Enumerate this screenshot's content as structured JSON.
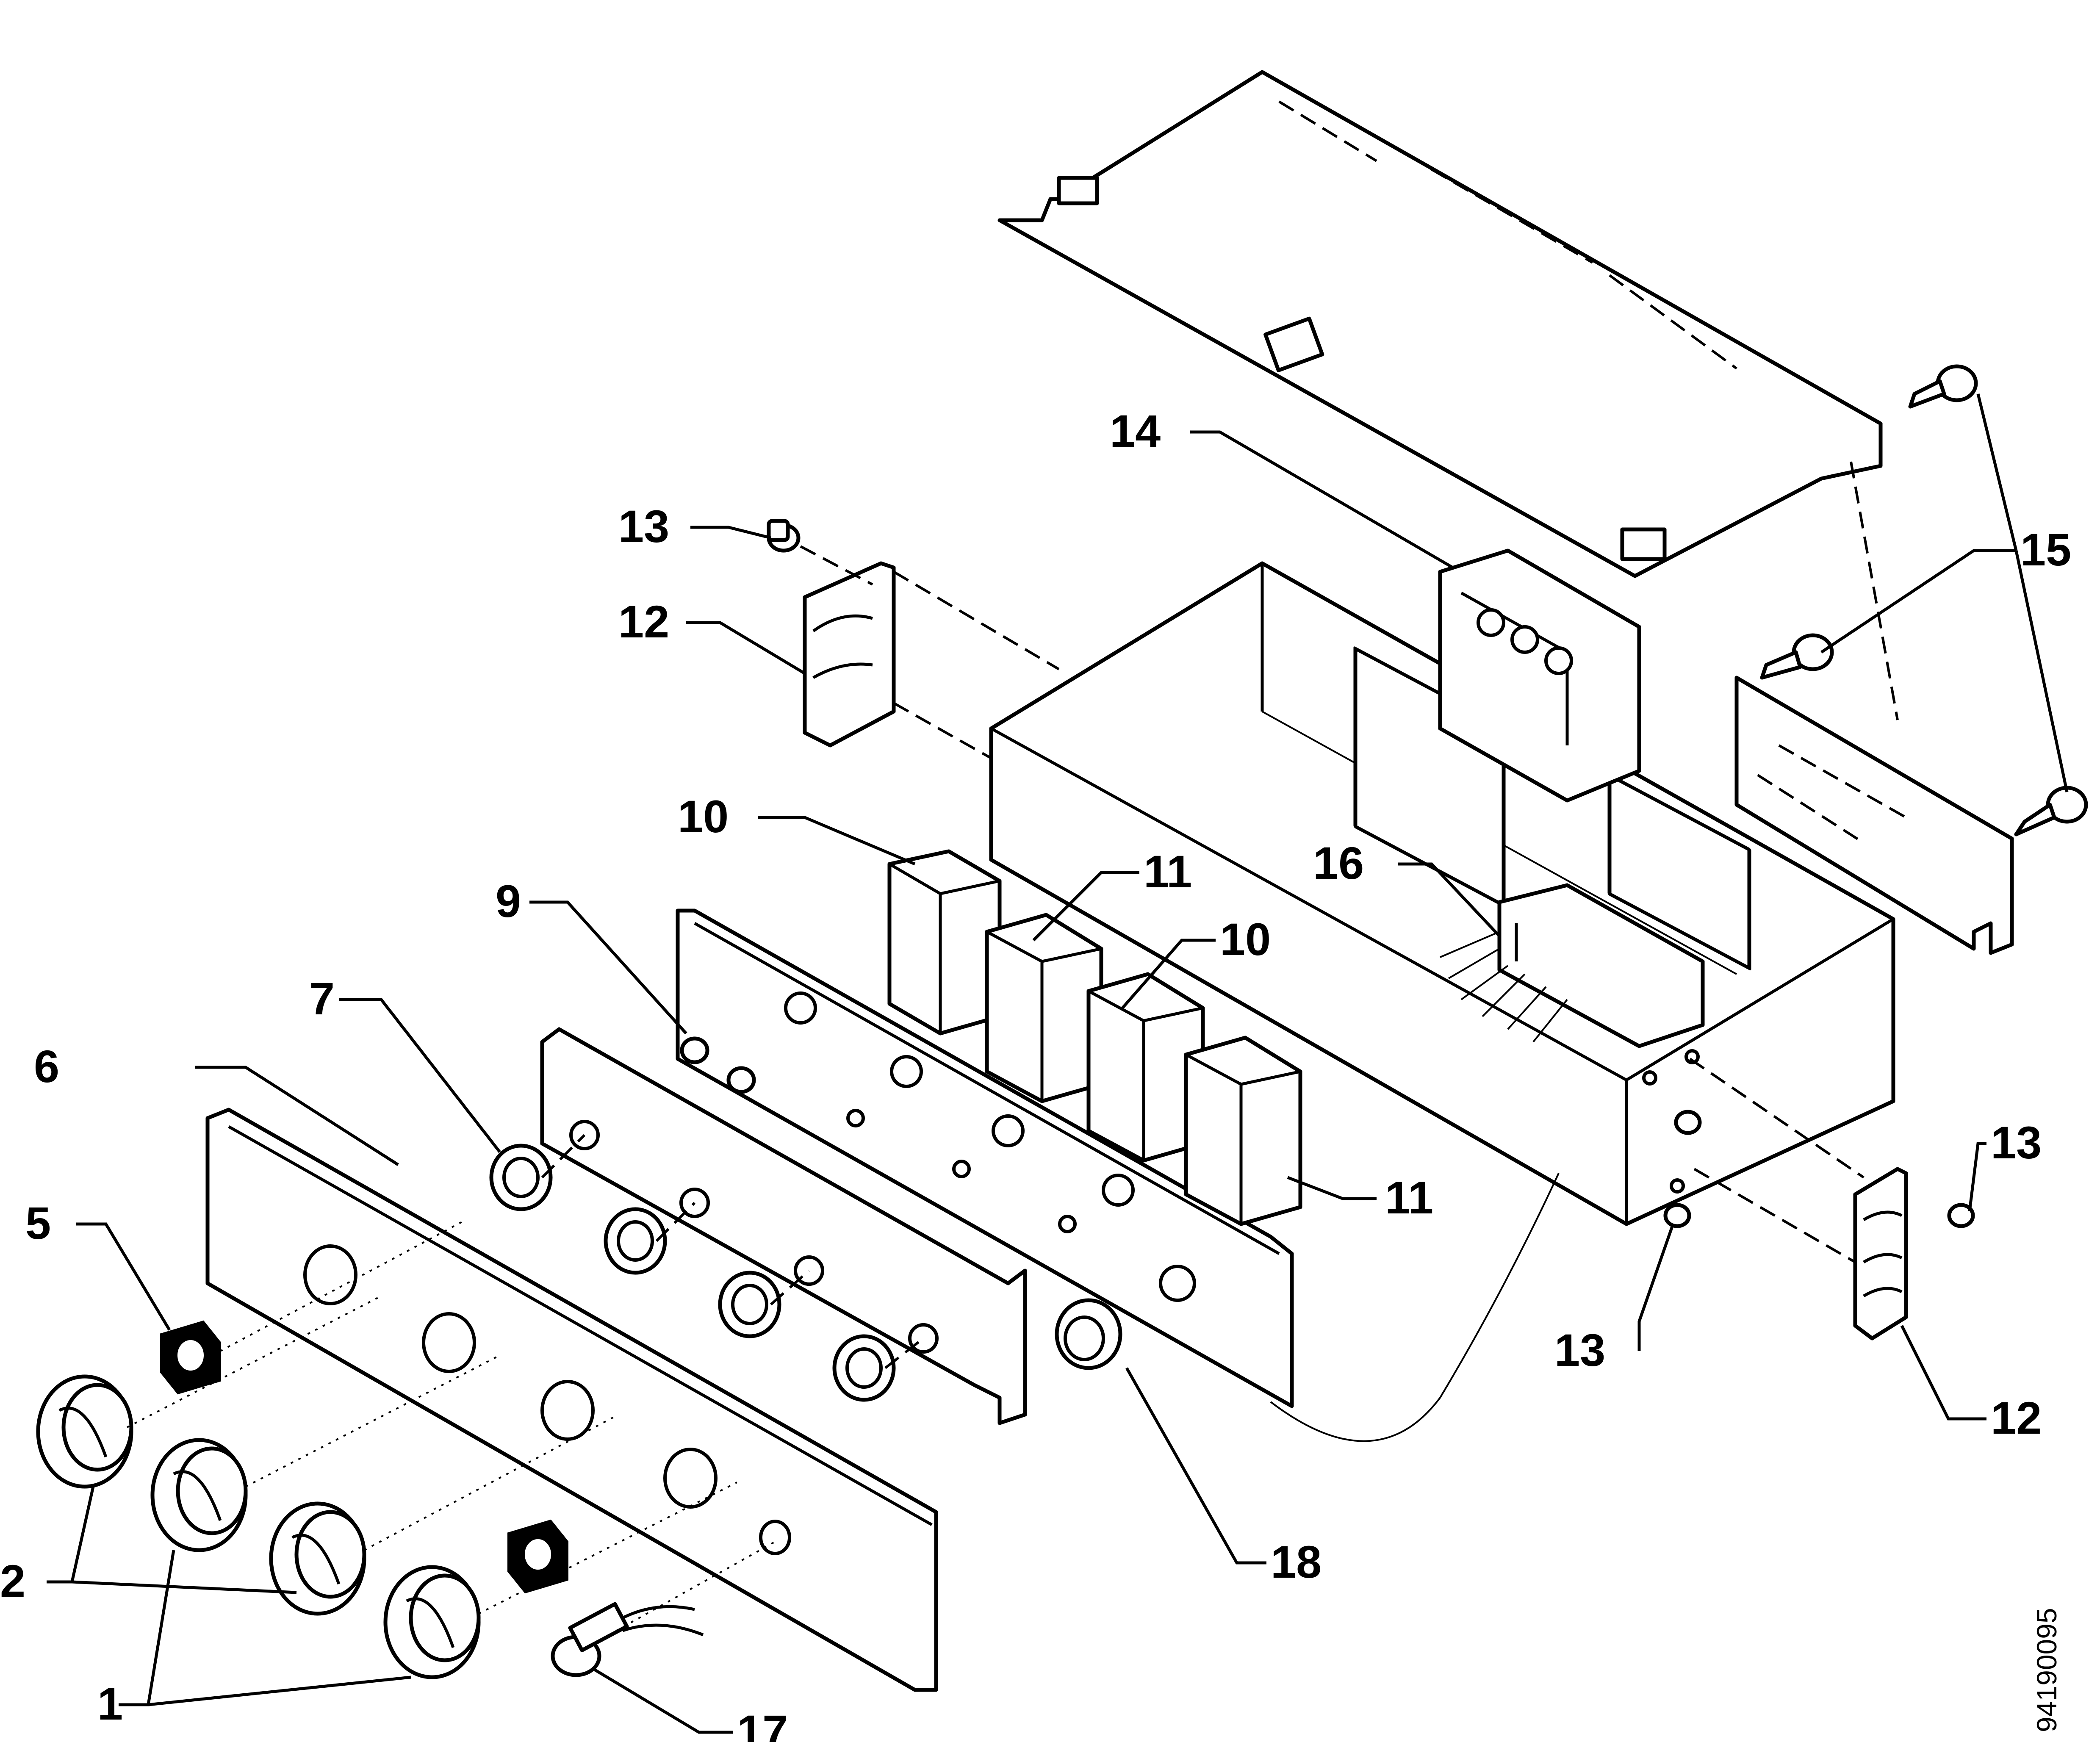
{
  "document_number": "94190095",
  "callouts": {
    "c1": "1",
    "c2": "2",
    "c5": "5",
    "c6": "6",
    "c7": "7",
    "c9": "9",
    "c10a": "10",
    "c10b": "10",
    "c11a": "11",
    "c11b": "11",
    "c12a": "12",
    "c12b": "12",
    "c13a": "13",
    "c13b": "13",
    "c13c": "13",
    "c14": "14",
    "c15": "15",
    "c16": "16",
    "c17": "17",
    "c18": "18"
  }
}
